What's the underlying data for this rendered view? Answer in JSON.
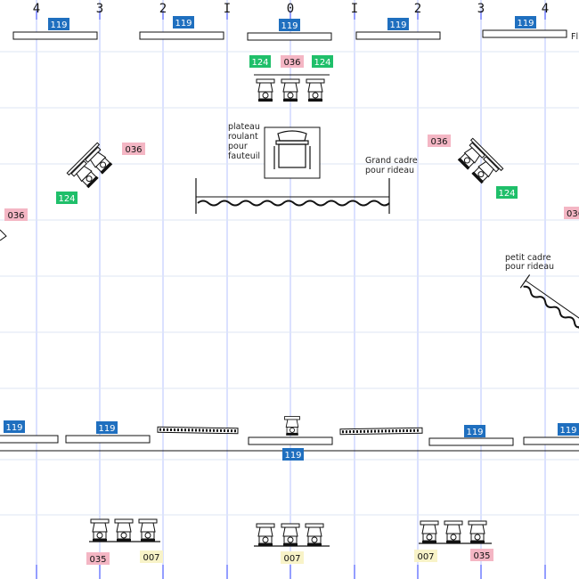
{
  "axis": {
    "labels": [
      "4",
      "3",
      "2",
      "I",
      "0",
      "I",
      "2",
      "3",
      "4"
    ],
    "edge_label": "Fl"
  },
  "tags": {
    "t119": "119",
    "t124": "124",
    "t036": "036",
    "t035": "035",
    "t007": "007"
  },
  "notes": {
    "plateau": [
      "plateau",
      "roulant",
      "pour",
      "fauteuil"
    ],
    "grand_cadre": [
      "Grand cadre",
      "pour rideau"
    ],
    "petit_cadre": [
      "petit cadre",
      "pour rideau"
    ]
  },
  "colors": {
    "tag_119": "#1f6fbf",
    "tag_124": "#1fbf6a",
    "tag_036": "#f4b6c4",
    "tag_035": "#f4b6c4",
    "tag_007": "#f8f3c8",
    "grid_vertical": "#b7c3ff",
    "grid_horizontal": "#dde6f3",
    "ink": "#111111"
  },
  "icons": [
    "spotlight-icon",
    "wheelchair-icon",
    "led-bar-icon",
    "curtain-icon"
  ]
}
